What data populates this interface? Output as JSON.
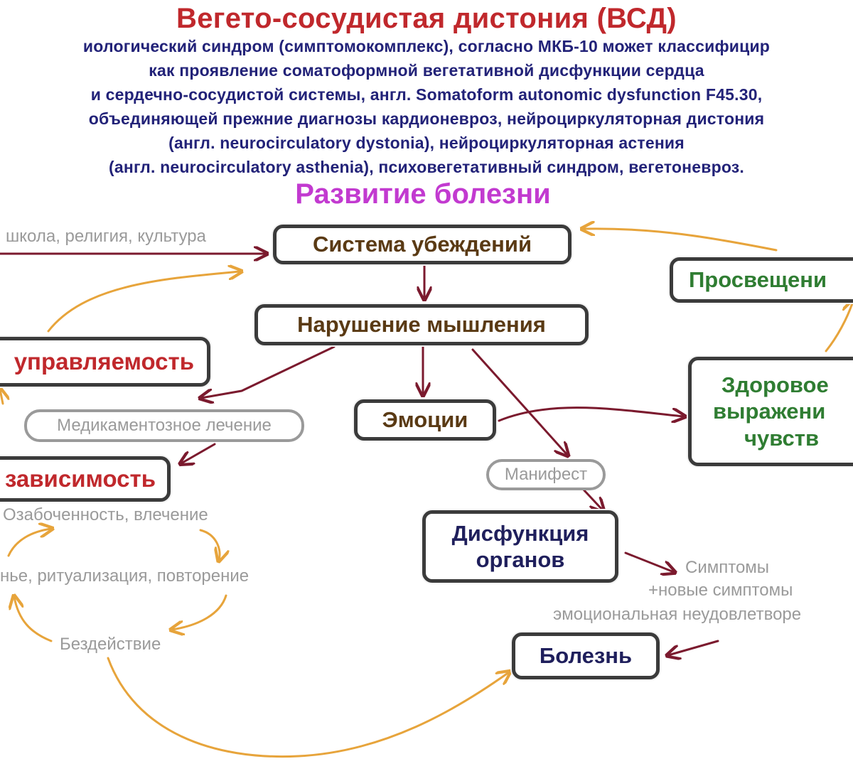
{
  "header": {
    "title": "Вегето-сосудистая дистония (ВСД)",
    "title_color": "#c0282c",
    "definition_color": "#222278",
    "definition_lines": [
      "иологический синдром (симптомокомплекс), согласно МКБ-10 может классифицир",
      "как проявление соматоформной вегетативной дисфункции сердца",
      "и сердечно-сосудистой системы, англ. Somatoform autonomic dysfunction F45.30,",
      "объединяющей прежние диагнозы кардионевроз, нейроциркуляторная дистония",
      "(англ. neurocirculatory dystonia), нейроциркуляторная астения",
      "(англ. neurocirculatory asthenia), психовегетативный синдром, вегетоневроз."
    ],
    "subtitle": "Развитие болезни",
    "subtitle_color": "#c23ad0"
  },
  "nodes": {
    "belief_system": "Система убеждений",
    "thinking_disorder": "Нарушение мышления",
    "emotions": "Эмоции",
    "controllability": "управляемость",
    "dependence": "зависимость",
    "enlightenment": "Просвещени",
    "healthy_expression": [
      "Здоровое",
      "выражени",
      "чувств"
    ],
    "organ_dysfunction": [
      "Дисфункция",
      "органов"
    ],
    "disease": "Болезнь"
  },
  "pills": {
    "medication": "Медикаментозное лечение",
    "manifest": "Манифест"
  },
  "notes": {
    "school_religion_culture": "школа, религия, культура",
    "preoccupation": "Озабоченность, влечение",
    "ritualization": "нье, ритуализация, повторение",
    "inaction": "Бездействие",
    "symptoms": "Симптомы",
    "new_symptoms": "+новые симптомы",
    "emotional_dissatisfaction": "эмоциональная неудовлетворе"
  },
  "colors": {
    "box_border": "#3b3b3b",
    "arrow_dark": "#7b1a2e",
    "arrow_orange": "#e7a43b",
    "note_gray": "#9a9a9a",
    "text_brown": "#5a3a14",
    "text_red": "#c0282c",
    "text_green": "#2f7d32",
    "text_navy": "#1f1f5c"
  }
}
